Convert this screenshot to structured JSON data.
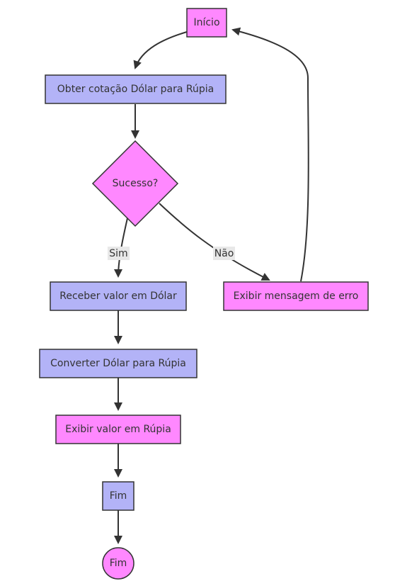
{
  "colors": {
    "pink": "#ff88ff",
    "lavender": "#b3b3f7",
    "stroke": "#333333",
    "label_bg": "#e8e8e8"
  },
  "nodes": {
    "inicio": "Início",
    "obter": "Obter cotação Dólar para Rúpia",
    "sucesso": "Sucesso?",
    "erro": "Exibir mensagem de erro",
    "receber": "Receber valor em Dólar",
    "converter": "Converter Dólar para Rúpia",
    "exibir": "Exibir valor em Rúpia",
    "fim_rect": "Fim",
    "fim_circle": "Fim"
  },
  "edges": {
    "sim": "Sim",
    "nao": "Não"
  }
}
